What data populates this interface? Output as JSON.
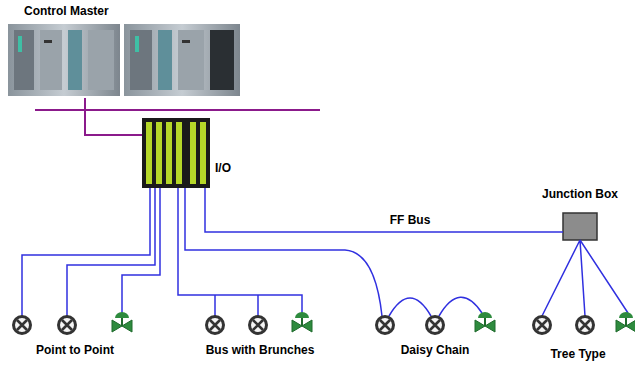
{
  "diagram": {
    "nodes": [
      {
        "text": [
          "Control Master"
        ]
      },
      {
        "text": [
          "I/O"
        ]
      },
      {
        "text": [
          "Junction Box"
        ]
      }
    ],
    "edges": [
      {
        "from": 0,
        "to": 1,
        "arrow": "none"
      },
      {
        "from": 1,
        "to": 2,
        "label": "FF Bus",
        "arrow": "none"
      }
    ],
    "labels": [
      "Point to Point",
      "Bus with Brunches",
      "Daisy Chain",
      "Tree Type"
    ]
  }
}
